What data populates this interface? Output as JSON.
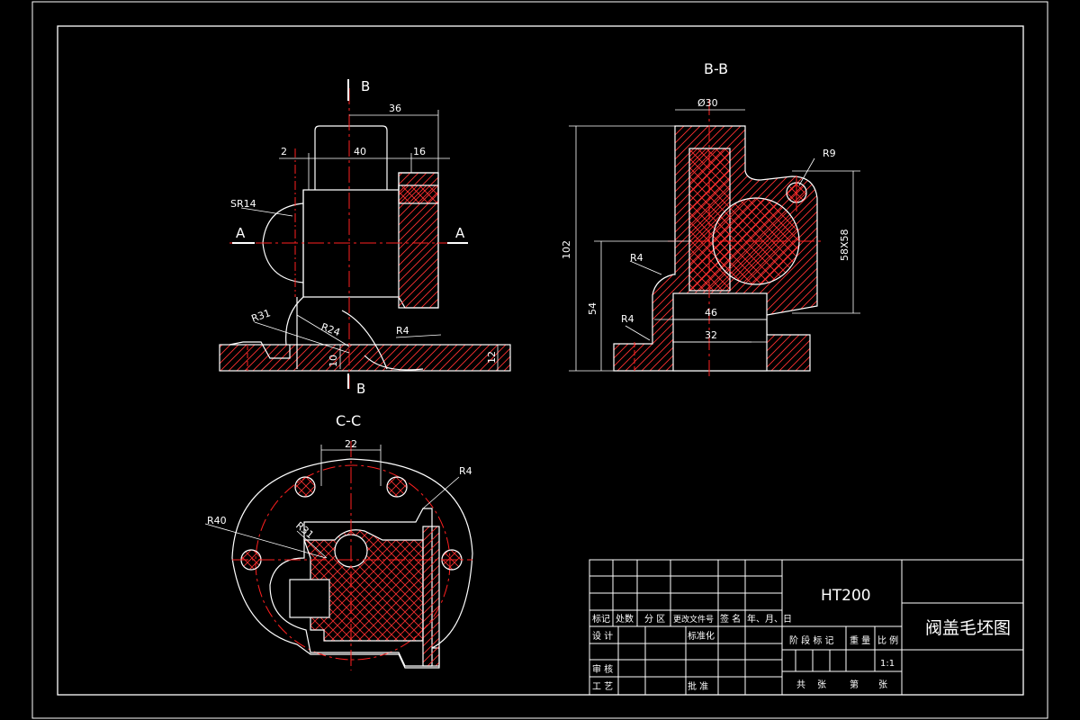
{
  "colors": {
    "background": "#000000",
    "outline": "#ffffff",
    "centerline": "#ff2020",
    "hatch": "#ff3030"
  },
  "views": {
    "front": {
      "section_b_top": "B",
      "section_b_bottom": "B",
      "section_a_left": "A",
      "section_a_right": "A"
    },
    "section_bb": {
      "title": "B-B"
    },
    "section_cc": {
      "title": "C-C"
    }
  },
  "dimensions": {
    "front": {
      "d36": "36",
      "d40": "40",
      "d2": "2",
      "d16": "16",
      "sr14": "SR14",
      "r31": "R31",
      "r24": "R24",
      "r4": "R4",
      "d10": "10",
      "d12": "12"
    },
    "bb": {
      "phi30": "Ø30",
      "r9": "R9",
      "d102": "102",
      "d54": "54",
      "r4a": "R4",
      "r4b": "R4",
      "d58": "58X58",
      "d46": "46",
      "d32": "32"
    },
    "cc": {
      "d22": "22",
      "r4": "R4",
      "r40": "R40",
      "r31": "R31"
    }
  },
  "title_block": {
    "material": "HT200",
    "drawing_name": "阀盖毛坯图",
    "scale": "1:1",
    "labels": {
      "mark": "标记",
      "count": "处数",
      "zone": "分 区",
      "change_doc": "更改文件号",
      "sign": "签 名",
      "date": "年、月、日",
      "design": "设 计",
      "standard": "标准化",
      "review": "审 核",
      "process": "工 艺",
      "approve": "批 准",
      "stage": "阶 段 标 记",
      "weight": "重 量",
      "scale_label": "比 例",
      "total": "共",
      "sheets": "张",
      "nth": "第",
      "sheet2": "张"
    }
  }
}
